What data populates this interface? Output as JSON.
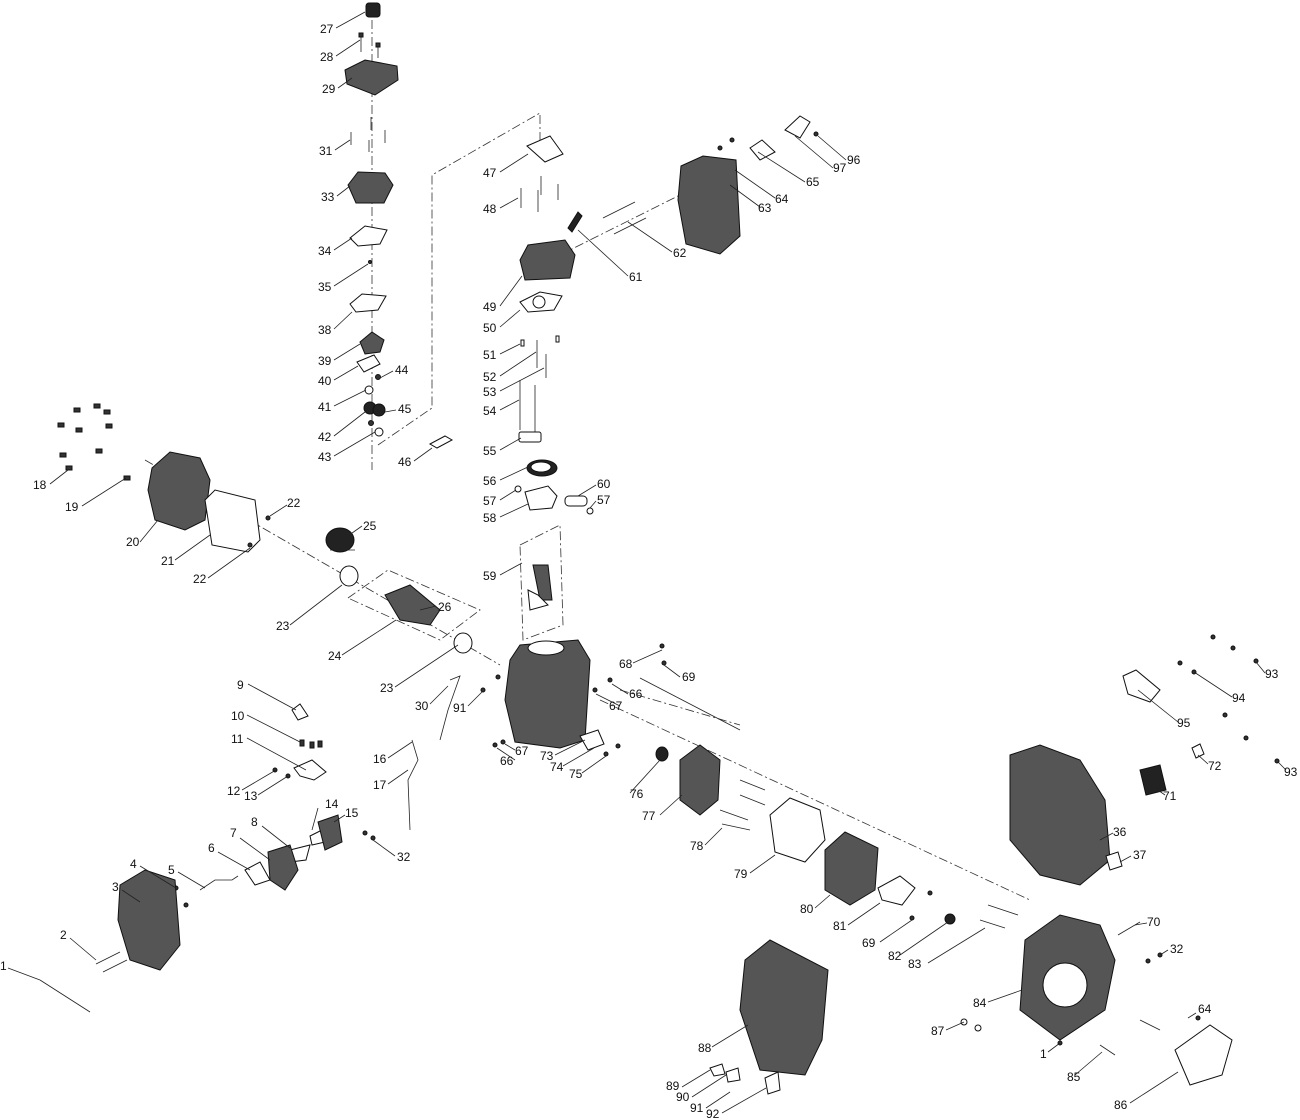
{
  "labels": [
    {
      "id": "p27",
      "text": "27"
    },
    {
      "id": "p28",
      "text": "28"
    },
    {
      "id": "p29",
      "text": "29"
    },
    {
      "id": "p31",
      "text": "31"
    },
    {
      "id": "p33",
      "text": "33"
    },
    {
      "id": "p34",
      "text": "34"
    },
    {
      "id": "p35",
      "text": "35"
    },
    {
      "id": "p38",
      "text": "38"
    },
    {
      "id": "p39",
      "text": "39"
    },
    {
      "id": "p40",
      "text": "40"
    },
    {
      "id": "p44",
      "text": "44"
    },
    {
      "id": "p41",
      "text": "41"
    },
    {
      "id": "p42",
      "text": "42"
    },
    {
      "id": "p45",
      "text": "45"
    },
    {
      "id": "p43",
      "text": "43"
    },
    {
      "id": "p46",
      "text": "46"
    },
    {
      "id": "p47",
      "text": "47"
    },
    {
      "id": "p48",
      "text": "48"
    },
    {
      "id": "p49",
      "text": "49"
    },
    {
      "id": "p50",
      "text": "50"
    },
    {
      "id": "p51",
      "text": "51"
    },
    {
      "id": "p52",
      "text": "52"
    },
    {
      "id": "p53",
      "text": "53"
    },
    {
      "id": "p54",
      "text": "54"
    },
    {
      "id": "p55",
      "text": "55"
    },
    {
      "id": "p56",
      "text": "56"
    },
    {
      "id": "p57a",
      "text": "57"
    },
    {
      "id": "p58",
      "text": "58"
    },
    {
      "id": "p60",
      "text": "60"
    },
    {
      "id": "p57b",
      "text": "57"
    },
    {
      "id": "p59",
      "text": "59"
    },
    {
      "id": "p61",
      "text": "61"
    },
    {
      "id": "p62",
      "text": "62"
    },
    {
      "id": "p63",
      "text": "63"
    },
    {
      "id": "p64a",
      "text": "64"
    },
    {
      "id": "p65",
      "text": "65"
    },
    {
      "id": "p97",
      "text": "97"
    },
    {
      "id": "p96",
      "text": "96"
    },
    {
      "id": "p18",
      "text": "18"
    },
    {
      "id": "p19",
      "text": "19"
    },
    {
      "id": "p20",
      "text": "20"
    },
    {
      "id": "p21",
      "text": "21"
    },
    {
      "id": "p22a",
      "text": "22"
    },
    {
      "id": "p22b",
      "text": "22"
    },
    {
      "id": "p25",
      "text": "25"
    },
    {
      "id": "p23a",
      "text": "23"
    },
    {
      "id": "p26",
      "text": "26"
    },
    {
      "id": "p24",
      "text": "24"
    },
    {
      "id": "p23b",
      "text": "23"
    },
    {
      "id": "p9",
      "text": "9"
    },
    {
      "id": "p10",
      "text": "10"
    },
    {
      "id": "p11",
      "text": "11"
    },
    {
      "id": "p12",
      "text": "12"
    },
    {
      "id": "p13",
      "text": "13"
    },
    {
      "id": "p30",
      "text": "30"
    },
    {
      "id": "p91a",
      "text": "91"
    },
    {
      "id": "p16",
      "text": "16"
    },
    {
      "id": "p17",
      "text": "17"
    },
    {
      "id": "p67a",
      "text": "67"
    },
    {
      "id": "p66a",
      "text": "66"
    },
    {
      "id": "p73",
      "text": "73"
    },
    {
      "id": "p74",
      "text": "74"
    },
    {
      "id": "p75",
      "text": "75"
    },
    {
      "id": "p68",
      "text": "68"
    },
    {
      "id": "p69a",
      "text": "69"
    },
    {
      "id": "p66b",
      "text": "66"
    },
    {
      "id": "p67b",
      "text": "67"
    },
    {
      "id": "p76",
      "text": "76"
    },
    {
      "id": "p77",
      "text": "77"
    },
    {
      "id": "p78",
      "text": "78"
    },
    {
      "id": "p79",
      "text": "79"
    },
    {
      "id": "p80",
      "text": "80"
    },
    {
      "id": "p81",
      "text": "81"
    },
    {
      "id": "p69b",
      "text": "69"
    },
    {
      "id": "p82",
      "text": "82"
    },
    {
      "id": "p83",
      "text": "83"
    },
    {
      "id": "p14",
      "text": "14"
    },
    {
      "id": "p15",
      "text": "15"
    },
    {
      "id": "p32a",
      "text": "32"
    },
    {
      "id": "p8",
      "text": "8"
    },
    {
      "id": "p7",
      "text": "7"
    },
    {
      "id": "p6",
      "text": "6"
    },
    {
      "id": "p5",
      "text": "5"
    },
    {
      "id": "p4",
      "text": "4"
    },
    {
      "id": "p3",
      "text": "3"
    },
    {
      "id": "p2",
      "text": "2"
    },
    {
      "id": "p1a",
      "text": "1"
    },
    {
      "id": "p93a",
      "text": "93"
    },
    {
      "id": "p94",
      "text": "94"
    },
    {
      "id": "p95",
      "text": "95"
    },
    {
      "id": "p72",
      "text": "72"
    },
    {
      "id": "p93b",
      "text": "93"
    },
    {
      "id": "p71",
      "text": "71"
    },
    {
      "id": "p36",
      "text": "36"
    },
    {
      "id": "p37",
      "text": "37"
    },
    {
      "id": "p70",
      "text": "70"
    },
    {
      "id": "p32b",
      "text": "32"
    },
    {
      "id": "p84",
      "text": "84"
    },
    {
      "id": "p64b",
      "text": "64"
    },
    {
      "id": "p87",
      "text": "87"
    },
    {
      "id": "p1b",
      "text": "1"
    },
    {
      "id": "p85",
      "text": "85"
    },
    {
      "id": "p86",
      "text": "86"
    },
    {
      "id": "p88",
      "text": "88"
    },
    {
      "id": "p89",
      "text": "89"
    },
    {
      "id": "p90",
      "text": "90"
    },
    {
      "id": "p91b",
      "text": "91"
    },
    {
      "id": "p92",
      "text": "92"
    }
  ]
}
